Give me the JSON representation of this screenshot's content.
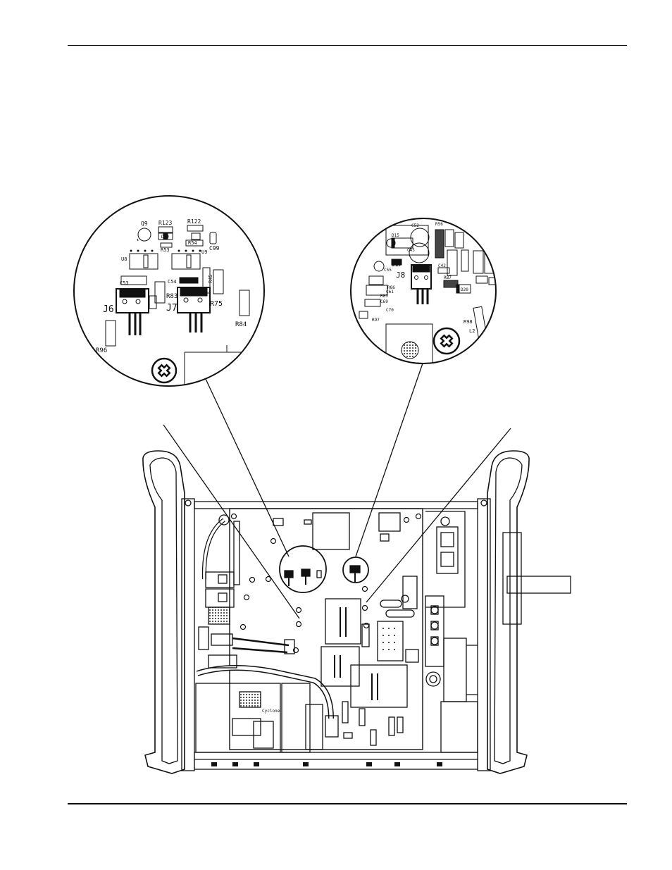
{
  "figure": {
    "labels_left_callout": [
      "Q9",
      "R123",
      "R122",
      "D29",
      "R54",
      "R53",
      "U9",
      "C99",
      "U8",
      "C53",
      "C54",
      "R45",
      "J6",
      "J7",
      "R83",
      "R75",
      "R84",
      "R96"
    ],
    "labels_right_callout": [
      "C52",
      "R56",
      "D15",
      "C45",
      "C55",
      "J17",
      "C42",
      "J8",
      "R86",
      "C61",
      "R85",
      "C69",
      "C70",
      "R97",
      "R87",
      "D20",
      "R98",
      "L2"
    ],
    "labels_main": [
      "Cyclone"
    ]
  }
}
